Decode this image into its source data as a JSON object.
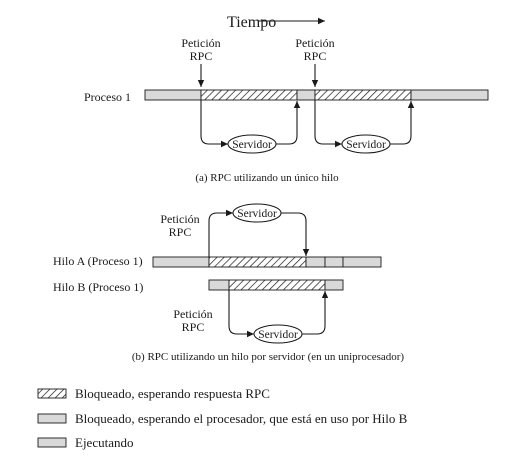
{
  "time_label": "Tiempo",
  "part_a": {
    "request_label_line1": "Petición",
    "request_label_line2": "RPC",
    "process_label": "Proceso 1",
    "server_label": "Servidor",
    "caption": "(a) RPC utilizando un único hilo"
  },
  "part_b": {
    "thread_a_label": "Hilo A (Proceso 1)",
    "thread_b_label": "Hilo B (Proceso 1)",
    "request_label_line1": "Petición",
    "request_label_line2": "RPC",
    "server_label": "Servidor",
    "caption": "(b) RPC utilizando un hilo por servidor (en un uniprocesador)"
  },
  "legend": {
    "items": [
      {
        "style": "hatched",
        "label": "Bloqueado, esperando respuesta RPC"
      },
      {
        "style": "gray",
        "label": "Bloqueado, esperando el procesador, que está en uso por Hilo B"
      },
      {
        "style": "gray",
        "label": "Ejecutando"
      }
    ]
  },
  "colors": {
    "bar_fill": "#d9d9d9",
    "ink": "#1a1a1a"
  }
}
